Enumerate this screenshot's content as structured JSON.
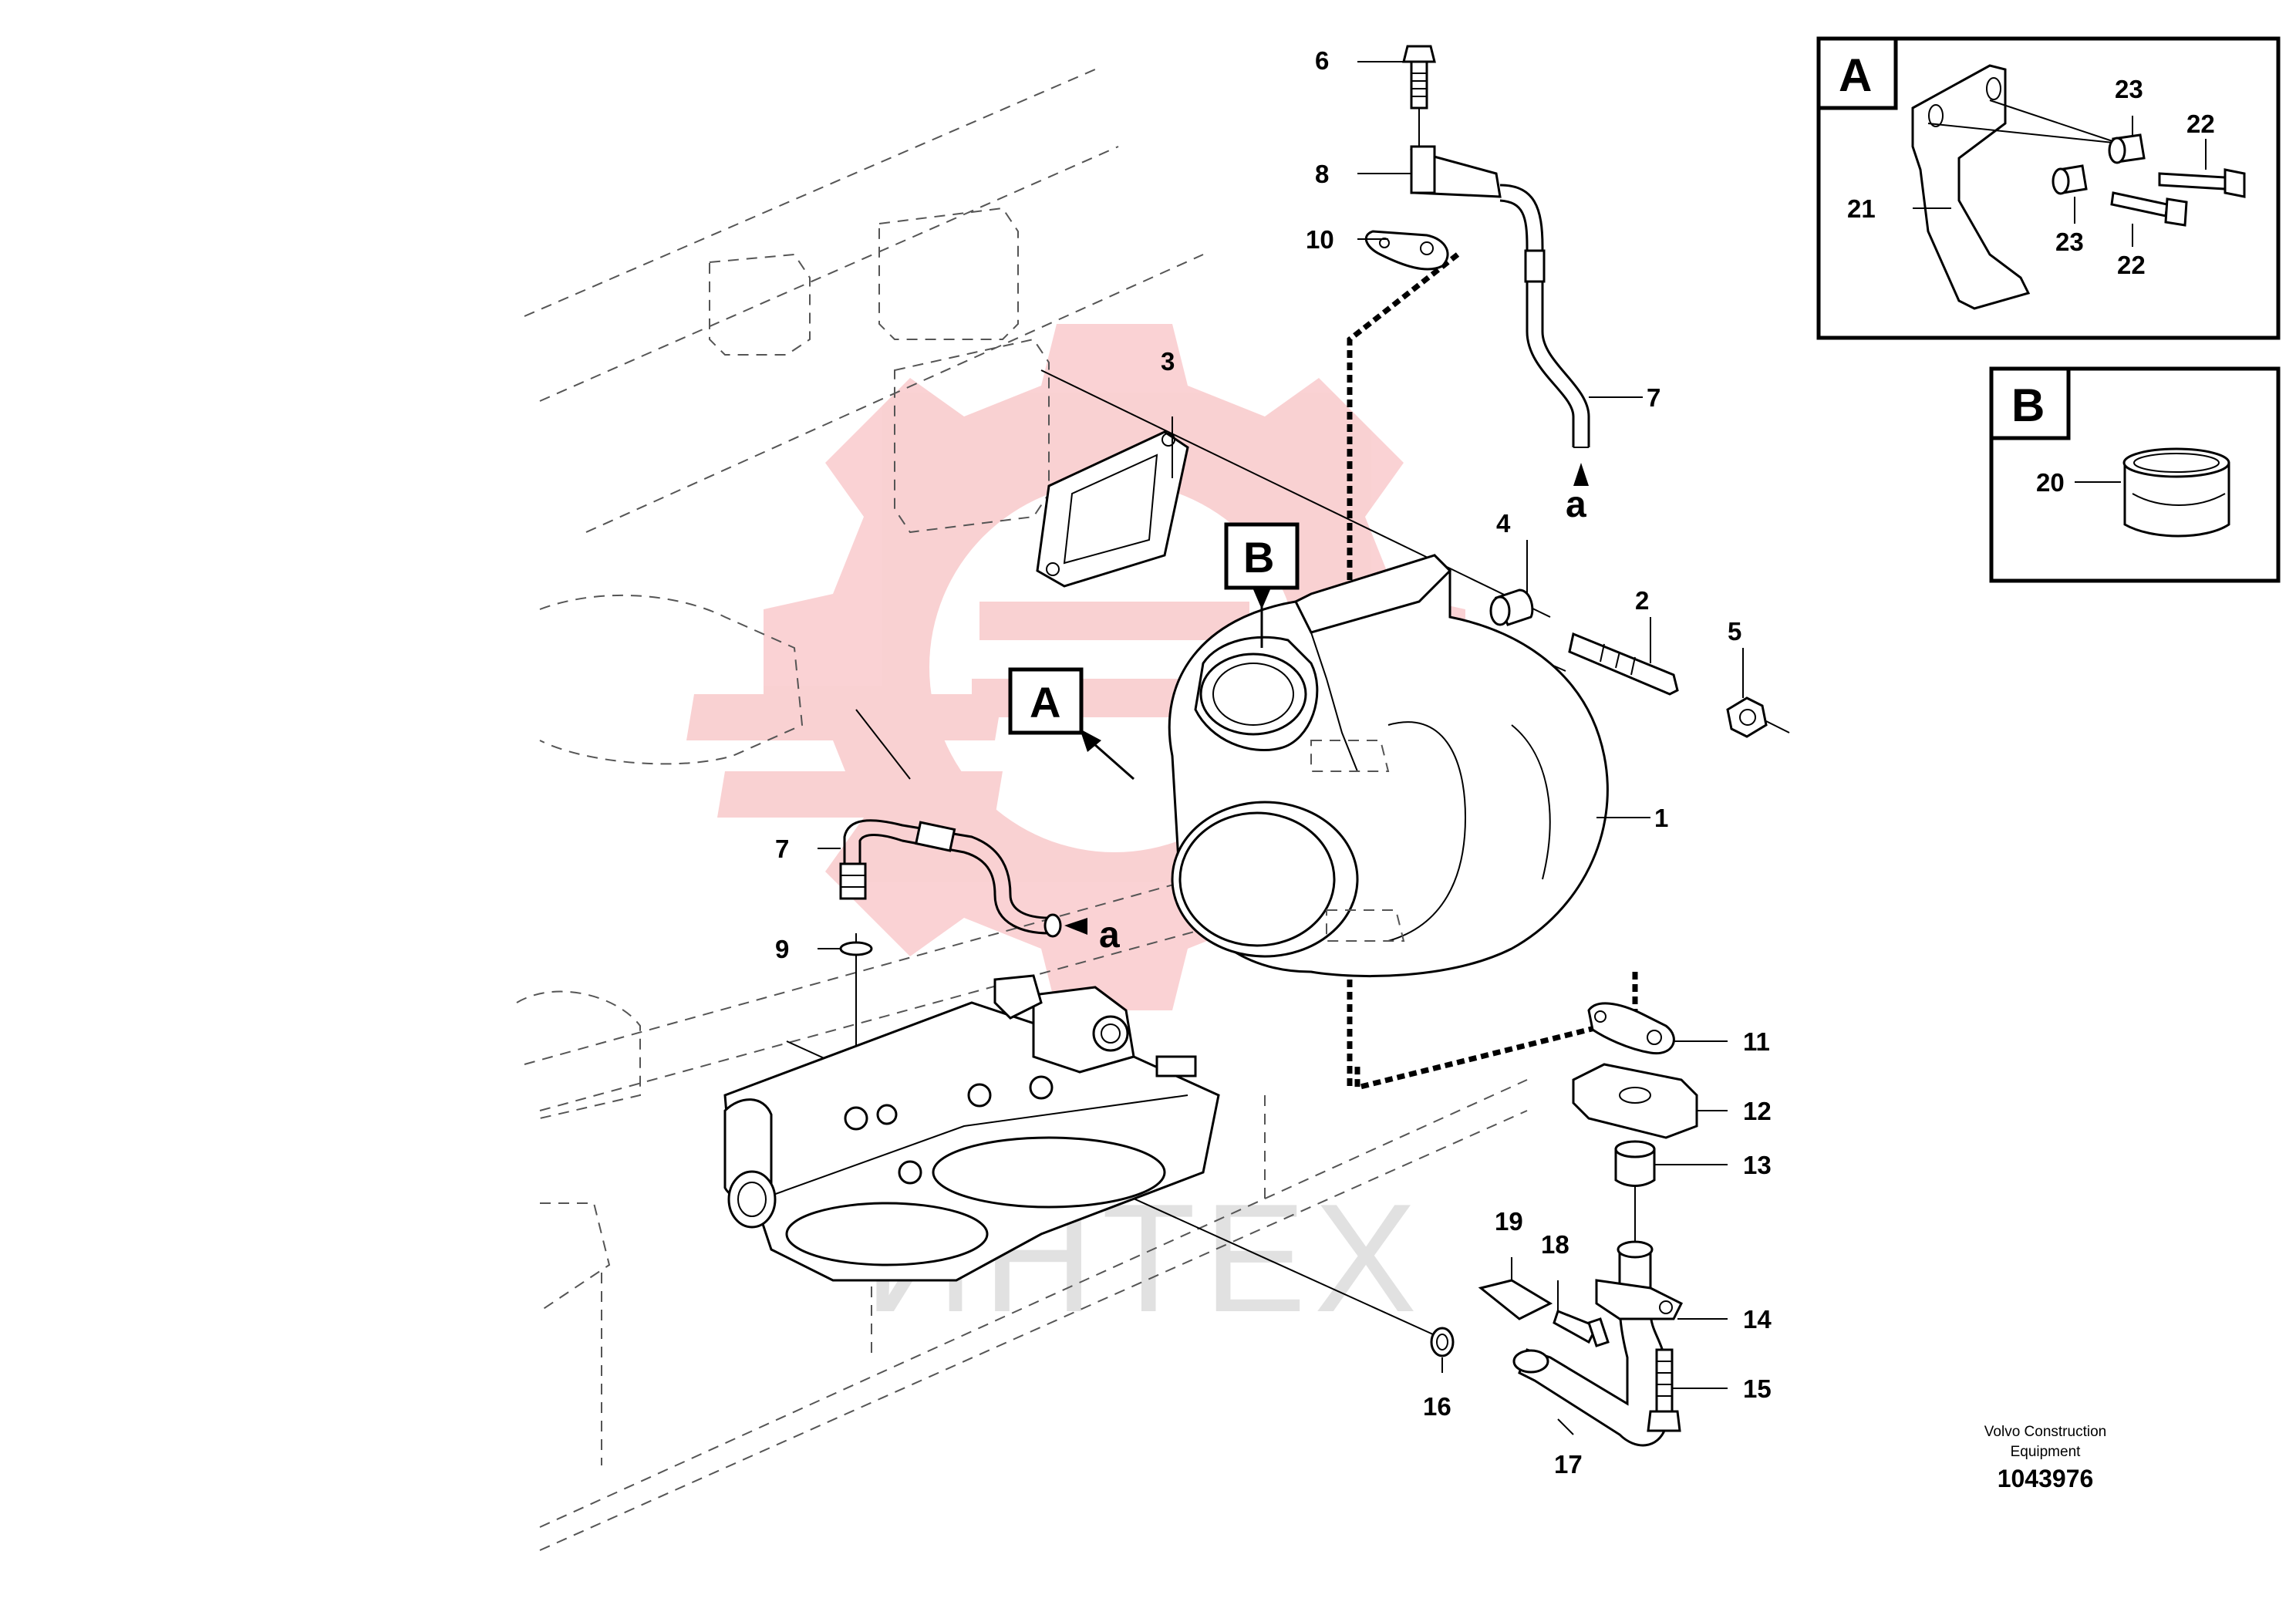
{
  "insets": {
    "a": {
      "letter": "A",
      "labels": {
        "n21": "21",
        "n22_top": "22",
        "n22_bot": "22",
        "n23_top": "23",
        "n23_bot": "23"
      }
    },
    "b": {
      "letter": "B",
      "labels": {
        "n20": "20"
      }
    }
  },
  "callouts": {
    "view_a": "A",
    "view_b": "B"
  },
  "labels": {
    "n1": "1",
    "n2": "2",
    "n3": "3",
    "n4": "4",
    "n5": "5",
    "n6": "6",
    "n7_top": "7",
    "n7_left": "7",
    "n8": "8",
    "n9": "9",
    "n10": "10",
    "n11": "11",
    "n12": "12",
    "n13": "13",
    "n14": "14",
    "n15": "15",
    "n16": "16",
    "n17": "17",
    "n18": "18",
    "n19": "19"
  },
  "connections": {
    "a_top": "a",
    "a_left": "a"
  },
  "footer": {
    "company_line1": "Volvo Construction",
    "company_line2": "Equipment",
    "drawing_number": "1043976"
  },
  "watermark": {
    "text": "ИНТЕХ",
    "color": "#e41e26"
  }
}
